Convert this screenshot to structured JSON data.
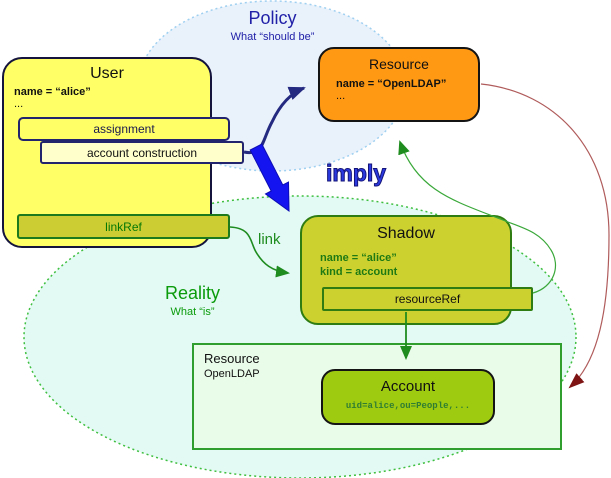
{
  "policy": {
    "title": "Policy",
    "subtitle": "What “should be”"
  },
  "reality": {
    "title": "Reality",
    "subtitle": "What “is”"
  },
  "user": {
    "title": "User",
    "attr_name": "name = “alice”",
    "ellipsis": "...",
    "assignment_label": "assignment",
    "account_construction_label": "account construction",
    "linkref_label": "linkRef"
  },
  "resource_policy": {
    "title": "Resource",
    "attr_name": "name = “OpenLDAP”",
    "ellipsis": "..."
  },
  "shadow": {
    "title": "Shadow",
    "attr_name": "name = “alice”",
    "attr_kind": "kind = account",
    "resourceref_label": "resourceRef"
  },
  "resource_reality": {
    "title": "Resource",
    "subtitle": "OpenLDAP"
  },
  "account": {
    "title": "Account",
    "dn": "uid=alice,ou=People,..."
  },
  "labels": {
    "imply": "imply",
    "link": "link"
  },
  "colors": {
    "policy_fill": "#e9f1fb",
    "policy_border": "#9fd0f0",
    "policy_text": "#2121a8",
    "reality_fill": "#e2f9f4",
    "reality_border": "#3fbf3f",
    "reality_text": "#0b9b0b",
    "user_fill": "#ffff66",
    "construction_fill": "#ffffcc",
    "resource_policy_fill": "#ff9914",
    "shadow_fill": "#cdd12f",
    "shadow_attr_text": "#1f7a14",
    "resource_reality_fill": "#e9fbe9",
    "resource_reality_border": "#2f9e2f",
    "account_fill": "#9ecb10",
    "account_dn_text": "#2e7d32",
    "imply_arrow": "#1414f0",
    "navy_arrow": "#242a80",
    "green_arrow": "#1e8c1e",
    "red_arrow_stroke": "#b05b5b",
    "red_arrowhead": "#7e1414"
  }
}
